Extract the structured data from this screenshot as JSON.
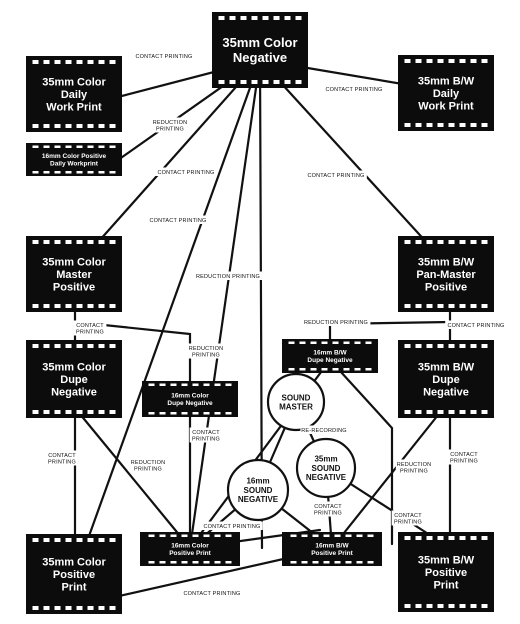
{
  "nodes": {
    "color_negative": {
      "lines": [
        "35mm Color",
        "Negative"
      ]
    },
    "color_daily": {
      "lines": [
        "35mm Color",
        "Daily",
        "Work Print"
      ]
    },
    "color16_daily": {
      "lines": [
        "16mm Color Positive",
        "Daily Workprint"
      ]
    },
    "bw_daily": {
      "lines": [
        "35mm B/W",
        "Daily",
        "Work Print"
      ]
    },
    "color_master": {
      "lines": [
        "35mm Color",
        "Master",
        "Positive"
      ]
    },
    "bw_panmaster": {
      "lines": [
        "35mm B/W",
        "Pan-Master",
        "Positive"
      ]
    },
    "color_dupe": {
      "lines": [
        "35mm Color",
        "Dupe",
        "Negative"
      ]
    },
    "color16_dupe": {
      "lines": [
        "16mm Color",
        "Dupe Negative"
      ]
    },
    "bw16_dupe": {
      "lines": [
        "16mm B/W",
        "Dupe Negative"
      ]
    },
    "bw_dupe": {
      "lines": [
        "35mm B/W",
        "Dupe",
        "Negative"
      ]
    },
    "sound_master": {
      "lines": [
        "SOUND",
        "MASTER"
      ]
    },
    "sound35": {
      "lines": [
        "35mm",
        "SOUND",
        "NEGATIVE"
      ]
    },
    "sound16": {
      "lines": [
        "16mm",
        "SOUND",
        "NEGATIVE"
      ]
    },
    "color_print": {
      "lines": [
        "35mm Color",
        "Positive",
        "Print"
      ]
    },
    "color16_print": {
      "lines": [
        "16mm Color",
        "Positive Print"
      ]
    },
    "bw16_print": {
      "lines": [
        "16mm B/W",
        "Positive Print"
      ]
    },
    "bw_print": {
      "lines": [
        "35mm B/W",
        "Positive",
        "Print"
      ]
    }
  },
  "labels": {
    "cp_top_left": [
      "CONTACT PRINTING"
    ],
    "cp_top_right": [
      "CONTACT PRINTING"
    ],
    "rp_daily16": [
      "REDUCTION",
      "PRINTING"
    ],
    "cp_master": [
      "CONTACT PRINTING"
    ],
    "cp_panmaster": [
      "CONTACT PRINTING"
    ],
    "cp_print": [
      "CONTACT PRINTING"
    ],
    "rp_long": [
      "REDUCTION PRINTING"
    ],
    "cp_master_dupe": [
      "CONTACT",
      "PRINTING"
    ],
    "rp_master_16dupe": [
      "REDUCTION",
      "PRINTING"
    ],
    "rp_pan_16dupe": [
      "REDUCTION PRINTING"
    ],
    "cp_pan_dupe": [
      "CONTACT PRINTING"
    ],
    "cp_16dupe_print": [
      "CONTACT",
      "PRINTING"
    ],
    "rerecording": [
      "RE-RECORDING"
    ],
    "cp_dupe_print": [
      "CONTACT",
      "PRINTING"
    ],
    "rp_dupe_16print": [
      "REDUCTION",
      "PRINTING"
    ],
    "cp_16colorprint": [
      "CONTACT PRINTING"
    ],
    "cp_16bwprint_left": [
      "CONTACT",
      "PRINTING"
    ],
    "rp_bwdupe_16": [
      "REDUCTION",
      "PRINTING"
    ],
    "cp_bw_right": [
      "CONTACT",
      "PRINTING"
    ],
    "cp_bwdupe_print": [
      "CONTACT",
      "PRINTING"
    ],
    "cp_bottom": [
      "CONTACT PRINTING"
    ]
  }
}
